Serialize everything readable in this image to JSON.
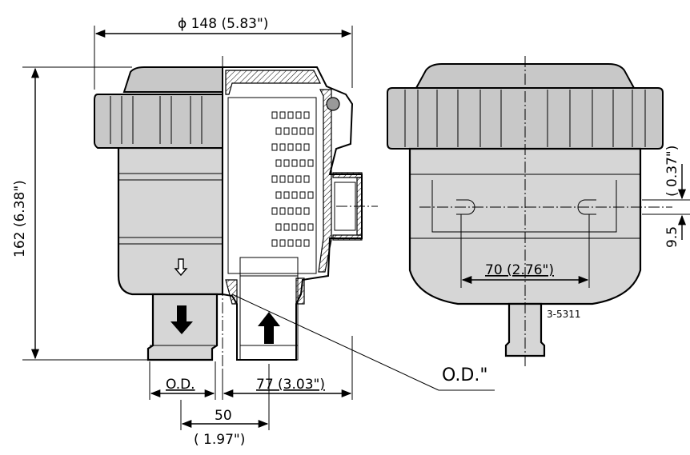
{
  "dimensions": {
    "diameter": "ϕ 148 (5.83\")",
    "height": "162 (6.38\")",
    "outlet_od": "O.D.",
    "inlet_offset": "77 (3.03\")",
    "spacing_mm": "50",
    "spacing_in": "( 1.97\")",
    "hose_od": "O.D.\"",
    "slot_width": "70 (2.76\")",
    "slot_depth_in": "( 0.37\")",
    "slot_depth_mm": "9.5"
  },
  "drawing_number": "3-5311",
  "colors": {
    "line": "#000000",
    "body_fill": "#d6d6d6",
    "lid_fill": "#c8c8c8",
    "background": "#ffffff"
  }
}
